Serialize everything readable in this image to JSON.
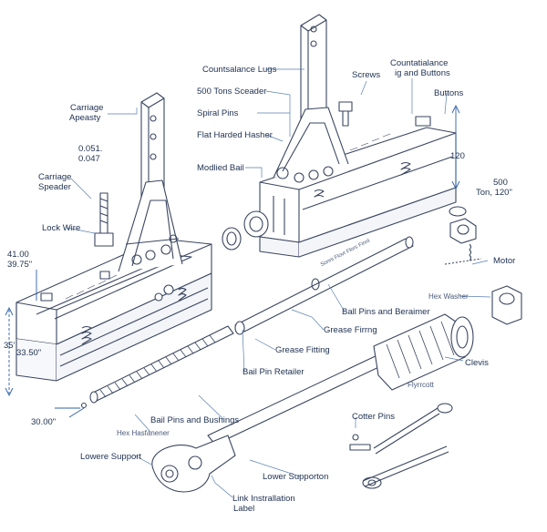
{
  "labels": {
    "counterbalance_lugs": "Countsalance Lugs",
    "tons_speeder": "500 Tons Sceader",
    "spiral_pins": "Spiral Pins",
    "flat_washer": "Flat Harded Hasher",
    "modified_bail": "Modlied Bail",
    "screws": "Screws",
    "counterbalance_buttons_1": "Countatialance",
    "counterbalance_buttons_2": "ig and Buttons",
    "buttons": "Buttons",
    "carriage_assembly_1": "Carriage",
    "carriage_assembly_2": "Apeasty",
    "carriage_speeder_1": "Carriage",
    "carriage_speeder_2": "Speader",
    "lock_wire": "Lock Wire",
    "motor": "Motor",
    "hex_washer_small": "Hex Washer",
    "ball_pins_retainer": "Ball Pins and Beraimer",
    "grease_fitting_upper": "Grease Firrng",
    "grease_fitting": "Grease Fitting",
    "ball_pin_retainer": "Bail Pin Retailer",
    "clevis": "Clevis",
    "flyrod": "Flyrrcott",
    "ball_pins_bushings": "Bail Pins and Bushings",
    "hex_fastener": "Hex Hasfanener",
    "cotter_pins": "Cotter Pins",
    "lower_support": "Lowere Support",
    "lower_supporton": "Lower Supporton",
    "link_label_1": "Link Instrallation",
    "link_label_2": "Label",
    "rod_engraving": "Sonni Flovt Flors Finnl"
  },
  "dimensions": {
    "d1a": "0.051.",
    "d1b": "0.047",
    "d2a": "41.00",
    "d2b": "39.75\"",
    "d3a": "35'",
    "d3b": "33.50\"",
    "d4": "30.00\"",
    "d5": "120",
    "d6a": "500",
    "d6b": "Ton, 120\""
  },
  "colors": {
    "ink": "#1e3050",
    "line": "#3a4660",
    "leader": "#5a7fb0",
    "dimension": "#2d5fa8"
  }
}
